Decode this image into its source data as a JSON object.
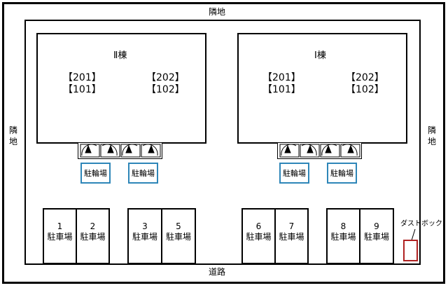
{
  "labels": {
    "north": "隣地",
    "west": "隣地",
    "east": "隣地",
    "south": "道路",
    "dust_box": "ダストボックス"
  },
  "buildings": [
    {
      "name": "Ⅱ棟",
      "rooms": [
        "【201】",
        "【202】",
        "【101】",
        "【102】"
      ]
    },
    {
      "name": "Ⅰ棟",
      "rooms": [
        "【201】",
        "【202】",
        "【101】",
        "【102】"
      ]
    }
  ],
  "bicycle_parking": [
    "駐輪場",
    "駐輪場",
    "駐輪場",
    "駐輪場"
  ],
  "parking": [
    {
      "number": "1",
      "label": "駐車場"
    },
    {
      "number": "2",
      "label": "駐車場"
    },
    {
      "number": "3",
      "label": "駐車場"
    },
    {
      "number": "5",
      "label": "駐車場"
    },
    {
      "number": "6",
      "label": "駐車場"
    },
    {
      "number": "7",
      "label": "駐車場"
    },
    {
      "number": "8",
      "label": "駐車場"
    },
    {
      "number": "9",
      "label": "駐車場"
    }
  ],
  "colors": {
    "line": "#000000",
    "bicycle_border": "#2e86b8",
    "dust_border": "#b02222"
  }
}
